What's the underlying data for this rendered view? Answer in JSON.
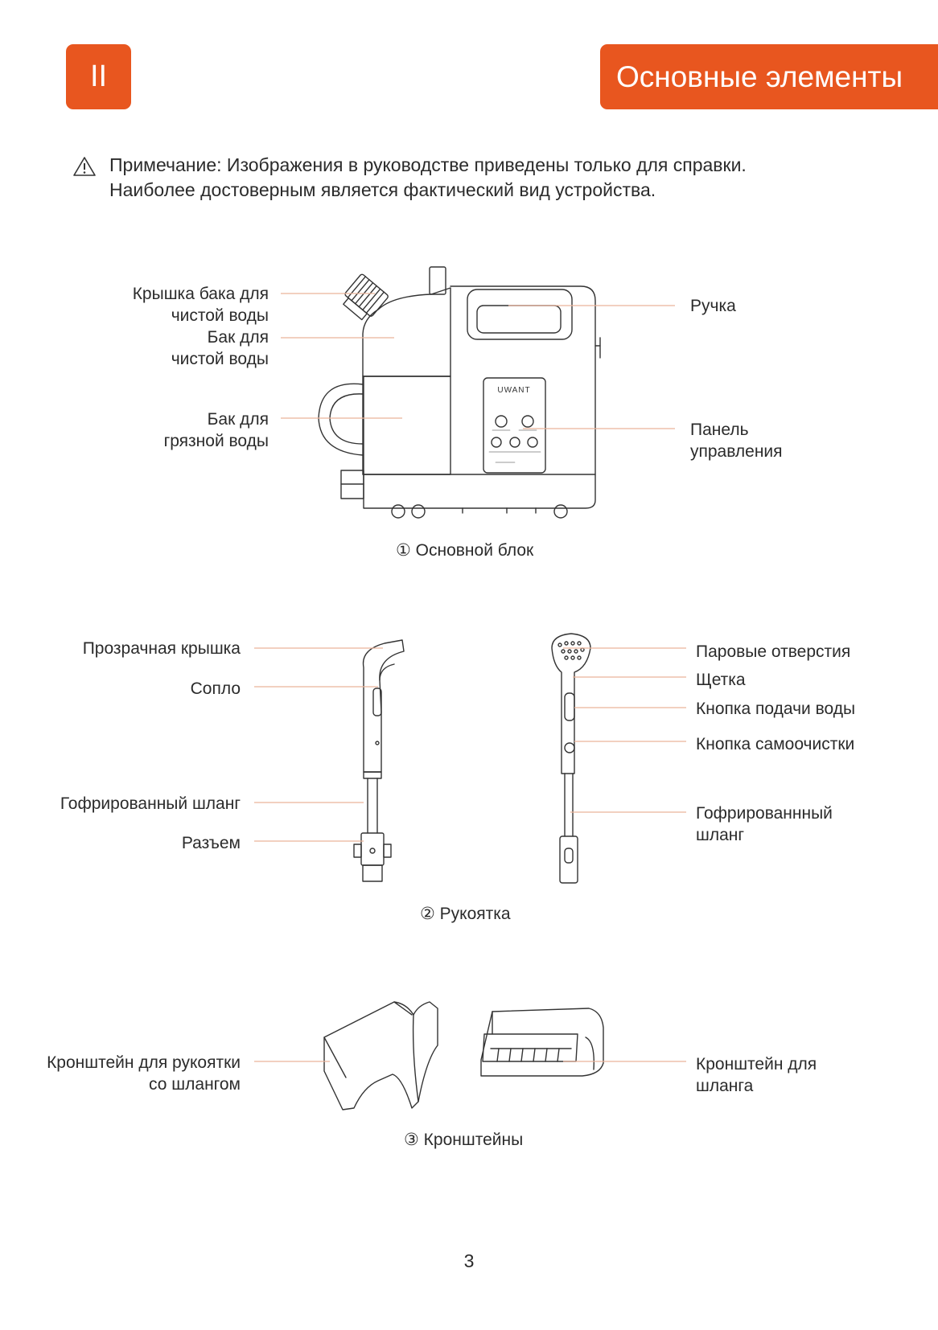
{
  "header": {
    "section_number": "II",
    "section_title": "Основные элементы"
  },
  "note": {
    "line1": "Примечание: Изображения в руководстве приведены только для справки.",
    "line2": "Наиболее достоверным является фактический вид устройства."
  },
  "main_unit": {
    "labels": {
      "clean_tank_cap": "Крышка бака для\nчистой воды",
      "clean_tank": "Бак для\nчистой воды",
      "dirty_tank": "Бак для\nгрязной воды",
      "handle": "Ручка",
      "control_panel": "Панель\nуправления"
    },
    "panel_logo": "UWANT",
    "caption": "① Основной блок"
  },
  "handle_part": {
    "labels": {
      "transparent_cover": "Прозрачная крышка",
      "nozzle": "Сопло",
      "corrugated_hose_left": "Гофрированный шланг",
      "connector": "Разъем",
      "steam_holes": "Паровые отверстия",
      "brush": "Щетка",
      "water_button": "Кнопка подачи воды",
      "self_clean_button": "Кнопка самоочистки",
      "corrugated_hose_right": "Гофрированнный\nшланг"
    },
    "caption": "② Рукоятка"
  },
  "brackets": {
    "labels": {
      "handle_hose_bracket": "Кронштейн для рукоятки\nсо шлангом",
      "hose_bracket": "Кронштейн для\nшланга"
    },
    "caption": "③ Кронштейны"
  },
  "page_number": "3"
}
